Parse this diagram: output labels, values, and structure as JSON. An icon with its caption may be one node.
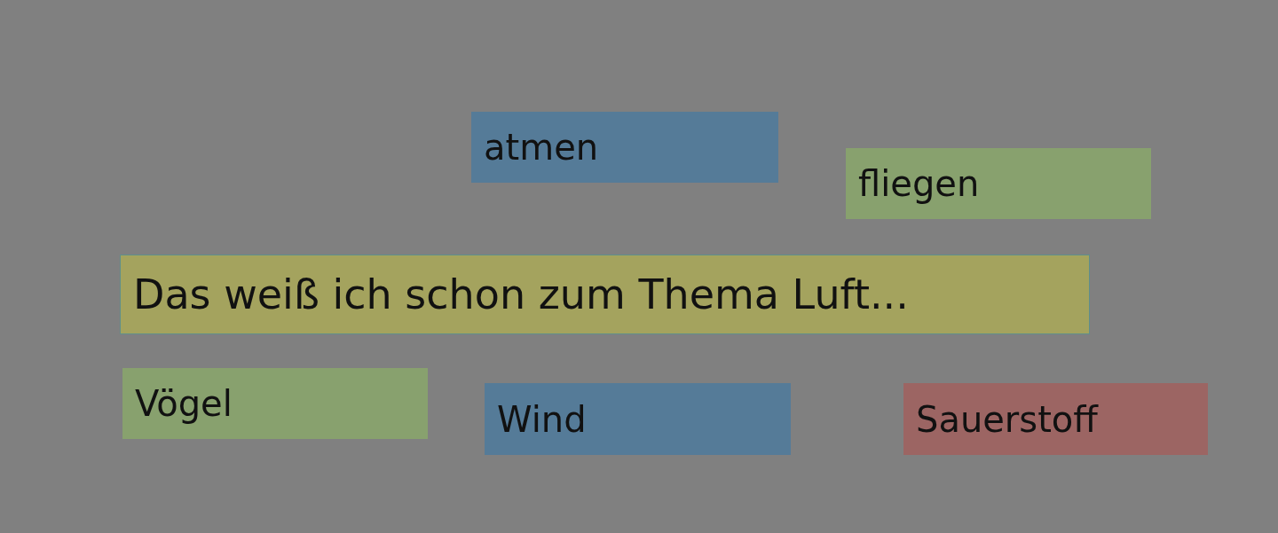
{
  "diagram": {
    "nodes": [
      {
        "text": [
          "atmen"
        ]
      },
      {
        "text": [
          "fliegen"
        ]
      },
      {
        "text": [
          "Das weiß ich schon zum Thema Luft..."
        ]
      },
      {
        "text": [
          "Vögel"
        ]
      },
      {
        "text": [
          "Wind"
        ]
      },
      {
        "text": [
          "Sauerstoff"
        ]
      }
    ]
  }
}
